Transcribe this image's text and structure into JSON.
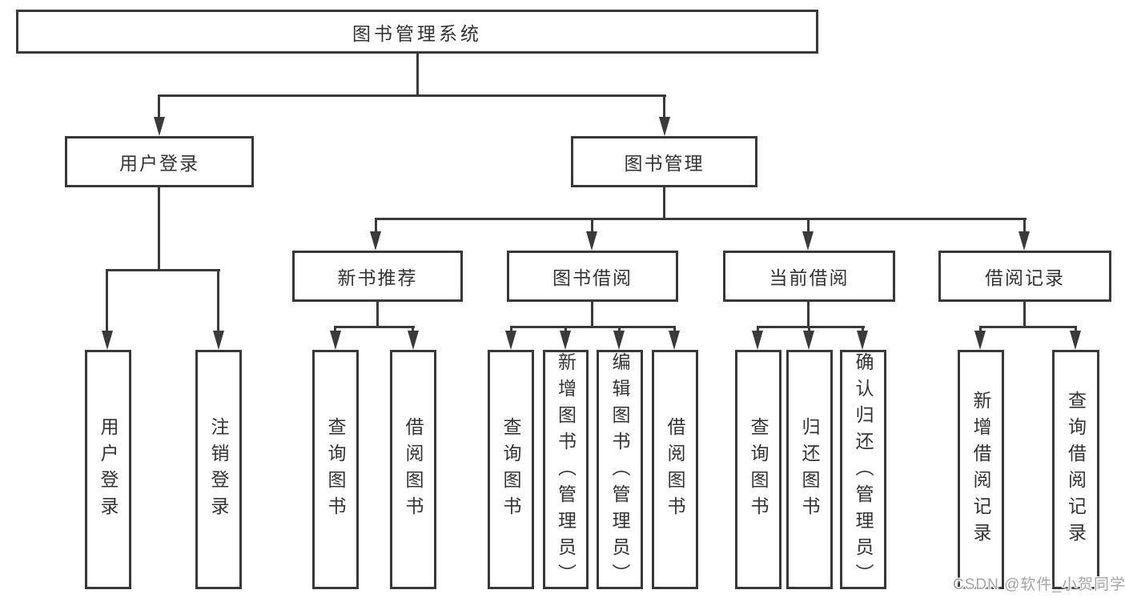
{
  "tree": {
    "root": "图书管理系统",
    "branches": [
      {
        "label": "用户登录",
        "children": [
          "用户登录",
          "注销登录"
        ]
      },
      {
        "label": "图书管理",
        "groups": [
          {
            "label": "新书推荐",
            "children": [
              "查询图书",
              "借阅图书"
            ]
          },
          {
            "label": "图书借阅",
            "children": [
              "查询图书",
              "新增图书（管理员）",
              "编辑图书（管理员）",
              "借阅图书"
            ]
          },
          {
            "label": "当前借阅",
            "children": [
              "查询图书",
              "归还图书",
              "确认归还（管理员）"
            ]
          },
          {
            "label": "借阅记录",
            "children": [
              "新增借阅记录",
              "查询借阅记录"
            ]
          }
        ]
      }
    ]
  },
  "watermark": "CSDN @软件_小贺同学",
  "colors": {
    "line": "#3a3a3a",
    "text": "#333333",
    "watermark": "#a4a4a4",
    "background": "#ffffff"
  }
}
